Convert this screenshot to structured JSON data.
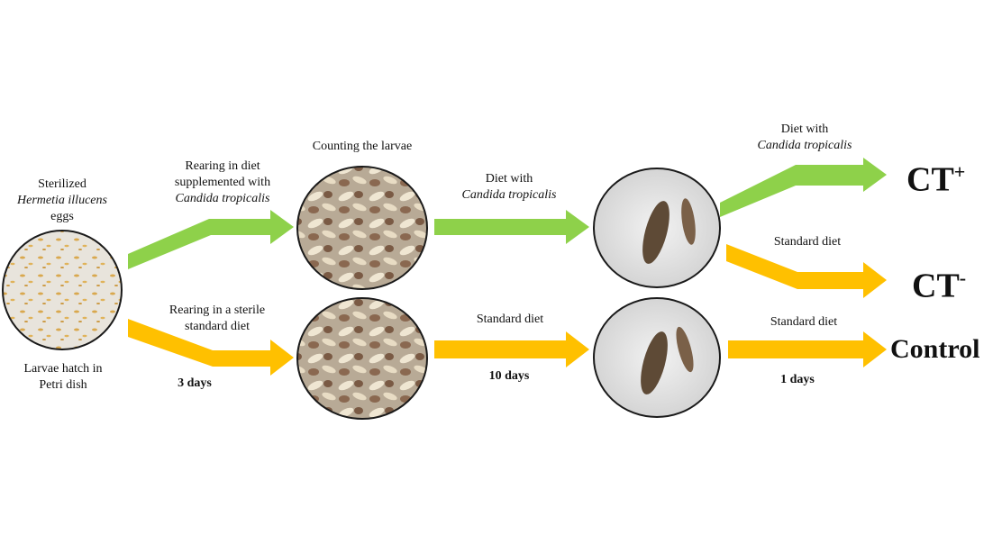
{
  "colors": {
    "green": "#8ED14A",
    "yellow": "#FFC000"
  },
  "labels": {
    "eggs_line1": "Sterilized",
    "eggs_line2": "Hermetia illucens",
    "eggs_line3": "eggs",
    "hatch_line1": "Larvae hatch in",
    "hatch_line2": "Petri dish",
    "rear_ct_line1": "Rearing in diet",
    "rear_ct_line2": "supplemented with",
    "rear_ct_line3": "Candida tropicalis",
    "rear_std_line1": "Rearing  in a sterile",
    "rear_std_line2": "standard diet",
    "days1": "3 days",
    "counting": "Counting  the larvae",
    "diet_ct_line1": "Diet with",
    "diet_ct_line2": "Candida tropicalis",
    "standard_mid": "Standard diet",
    "days2": "10 days",
    "final_ct_line1": "Diet with",
    "final_ct_line2": "Candida tropicalis",
    "final_std_upper": "Standard diet",
    "final_std_lower": "Standard diet",
    "days3": "1 days"
  },
  "outcomes": {
    "ct_plus": "CT",
    "ct_plus_sup": "+",
    "ct_minus": "CT",
    "ct_minus_sup": "-",
    "control": "Control"
  },
  "photos": [
    {
      "name": "eggs-petri-dish-photo",
      "subject": "eggs"
    },
    {
      "name": "larvae-counting-photo-top",
      "subject": "larvae"
    },
    {
      "name": "larvae-counting-photo-bottom",
      "subject": "larvae"
    },
    {
      "name": "larvae-photo-top",
      "subject": "grown-larvae"
    },
    {
      "name": "larvae-photo-bottom",
      "subject": "grown-larvae"
    }
  ]
}
